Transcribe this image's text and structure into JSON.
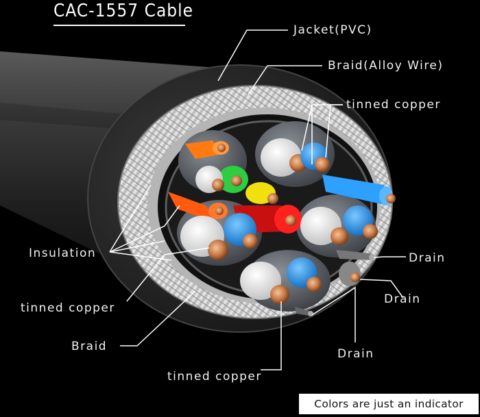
{
  "title": "CAC-1557 Cable",
  "labels": {
    "jacket": "Jacket(PVC)",
    "braid_alloy": "Braid(Alloy Wire)",
    "tinned_copper_top": "tinned copper",
    "insulation": "Insulation",
    "tinned_copper_left": "tinned copper",
    "braid": "Braid",
    "tinned_copper_bottom": "tinned copper",
    "drain_1": "Drain",
    "drain_2": "Drain",
    "drain_3": "Drain"
  },
  "note": "Colors are just an indicator",
  "colors": {
    "background": "#000000",
    "jacket": "#2a2a2a",
    "braid": "#c8c8c8",
    "blue": "#1e88e5",
    "orange": "#ff7a10",
    "green": "#2ecc40",
    "yellow": "#f0e010",
    "red": "#e01010",
    "copper": "#c97a45"
  }
}
